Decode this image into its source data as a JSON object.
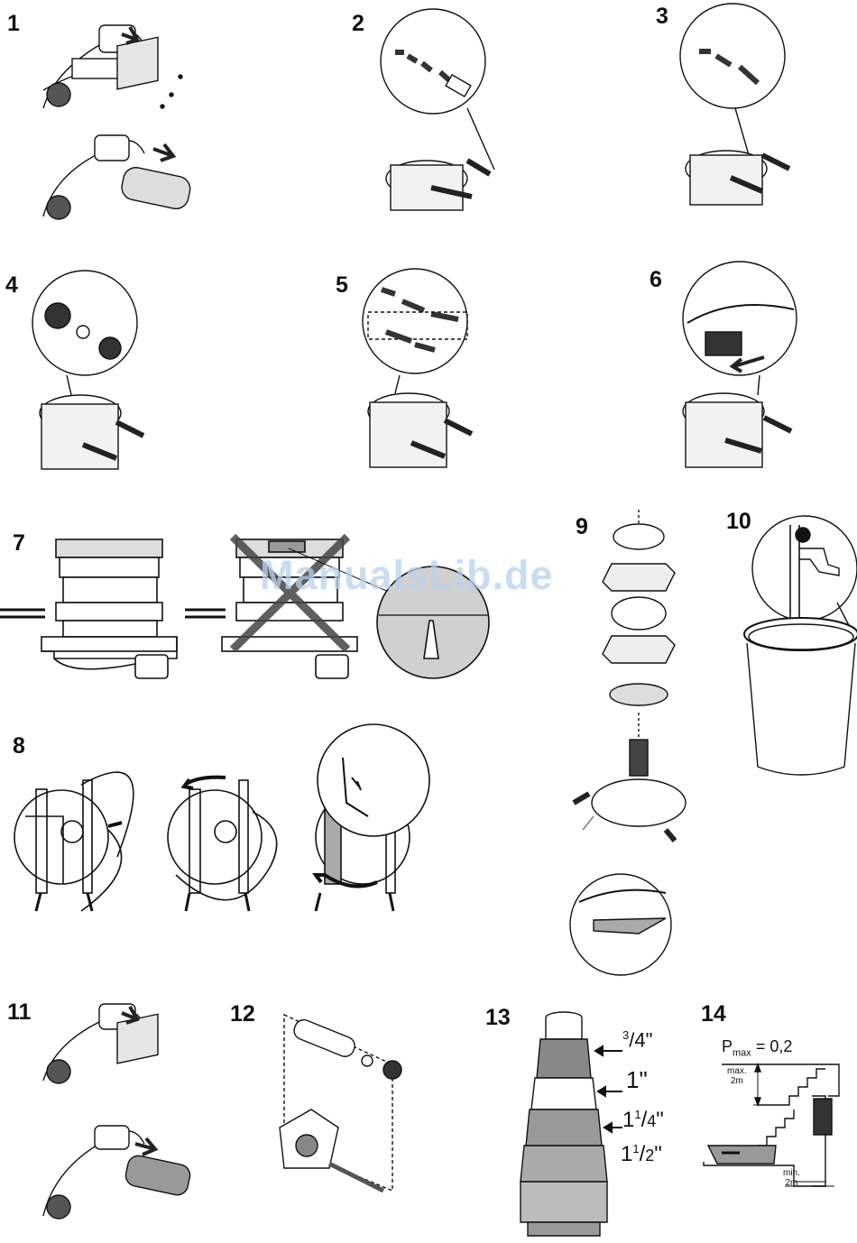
{
  "steps": [
    "1",
    "2",
    "3",
    "4",
    "5",
    "6",
    "7",
    "8",
    "9",
    "10",
    "11",
    "12",
    "13",
    "14"
  ],
  "watermark": "ManualsLib.de",
  "hose_adapter_sizes": {
    "s1_num": "3",
    "s1_den": "4",
    "s1_mark": "\"",
    "s2": "1\"",
    "s3_whole": "1",
    "s3_num": "1",
    "s3_den": "4",
    "s3_mark": "\"",
    "s4_whole": "1",
    "s4_num": "1",
    "s4_den": "2",
    "s4_mark": "\""
  },
  "installation": {
    "p_symbol": "P",
    "p_sub": "max",
    "p_value": "= 0,2",
    "max_label_1": "max.",
    "max_label_2": "2m",
    "min_label_1": "min.",
    "min_label_2": "2m"
  },
  "colors": {
    "line": "#111111",
    "gray_fill": "#bdbdbd",
    "dark_fill": "#555555",
    "watermark": "#b8d2ee"
  }
}
